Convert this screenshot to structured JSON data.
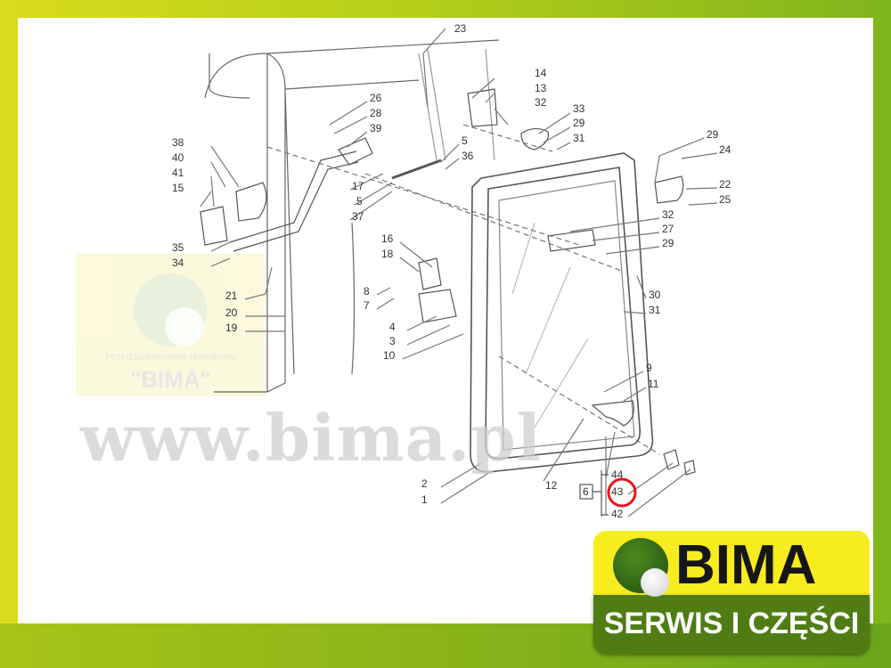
{
  "diagram": {
    "callouts": [
      "23",
      "14",
      "13",
      "32",
      "33",
      "29",
      "31",
      "26",
      "28",
      "39",
      "5",
      "36",
      "38",
      "40",
      "41",
      "15",
      "17",
      "5",
      "37",
      "29",
      "24",
      "22",
      "25",
      "32",
      "27",
      "29",
      "16",
      "18",
      "35",
      "34",
      "21",
      "20",
      "19",
      "8",
      "7",
      "4",
      "3",
      "10",
      "30",
      "31",
      "9",
      "11",
      "44",
      "43",
      "42",
      "6",
      "12",
      "2",
      "1"
    ],
    "highlighted_callout": "43",
    "highlight_color": "#e8141c"
  },
  "watermark": {
    "url": "www.bima.pl",
    "company_line": "Przedsiębiorstwo Handlowe",
    "company_name": "\"BIMA\""
  },
  "logo": {
    "name": "BIMA",
    "tagline": "SERWIS I CZĘŚCI",
    "colors": {
      "yellow": "#f7ec1e",
      "green": "#4f7d13"
    }
  }
}
